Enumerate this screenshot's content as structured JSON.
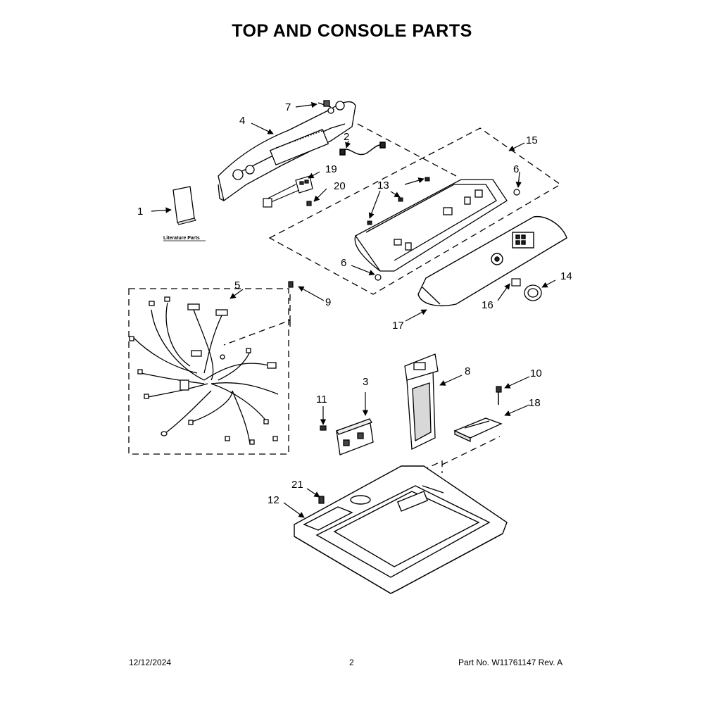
{
  "title": "TOP AND CONSOLE PARTS",
  "footer": {
    "date": "12/12/2024",
    "page": "2",
    "part_number": "Part No.  W11761147  Rev.  A"
  },
  "literature_label": "Literature Parts",
  "callouts": {
    "c1": "1",
    "c2": "2",
    "c3": "3",
    "c4": "4",
    "c5": "5",
    "c6a": "6",
    "c6b": "6",
    "c7": "7",
    "c8": "8",
    "c9": "9",
    "c10": "10",
    "c11": "11",
    "c12": "12",
    "c13": "13",
    "c14": "14",
    "c15": "15",
    "c16": "16",
    "c17": "17",
    "c18": "18",
    "c19": "19",
    "c20": "20",
    "c21": "21"
  }
}
